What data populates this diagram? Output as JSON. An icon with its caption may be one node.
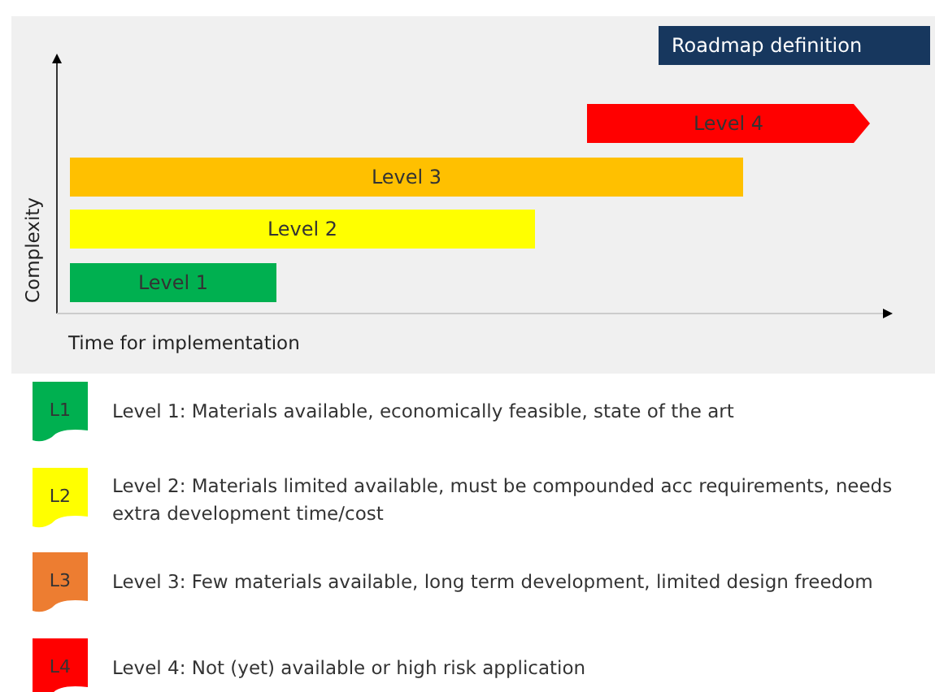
{
  "diagram": {
    "title": "Roadmap definition",
    "nodes": [
      {
        "text": [
          "Level 4"
        ]
      },
      {
        "text": [
          "Level 3"
        ]
      },
      {
        "text": [
          "Level 2"
        ]
      },
      {
        "text": [
          "Level 1"
        ]
      }
    ],
    "labels": [
      "Complexity",
      "Time for implementation",
      "L1",
      "L2",
      "L3",
      "L4"
    ],
    "legend": [
      {
        "text": "Level 1: Materials available, economically feasible, state of the art",
        "color": "#00b050"
      },
      {
        "text": "Level 2: Materials limited available, must be compounded acc requirements, needs extra development time/cost",
        "color": "#ffff00"
      },
      {
        "text": "Level 3: Few materials available, long term development, limited design freedom",
        "color": "#ed7d31"
      },
      {
        "text": "Level 4: Not (yet) available or high risk application",
        "color": "#ff0000"
      }
    ]
  }
}
